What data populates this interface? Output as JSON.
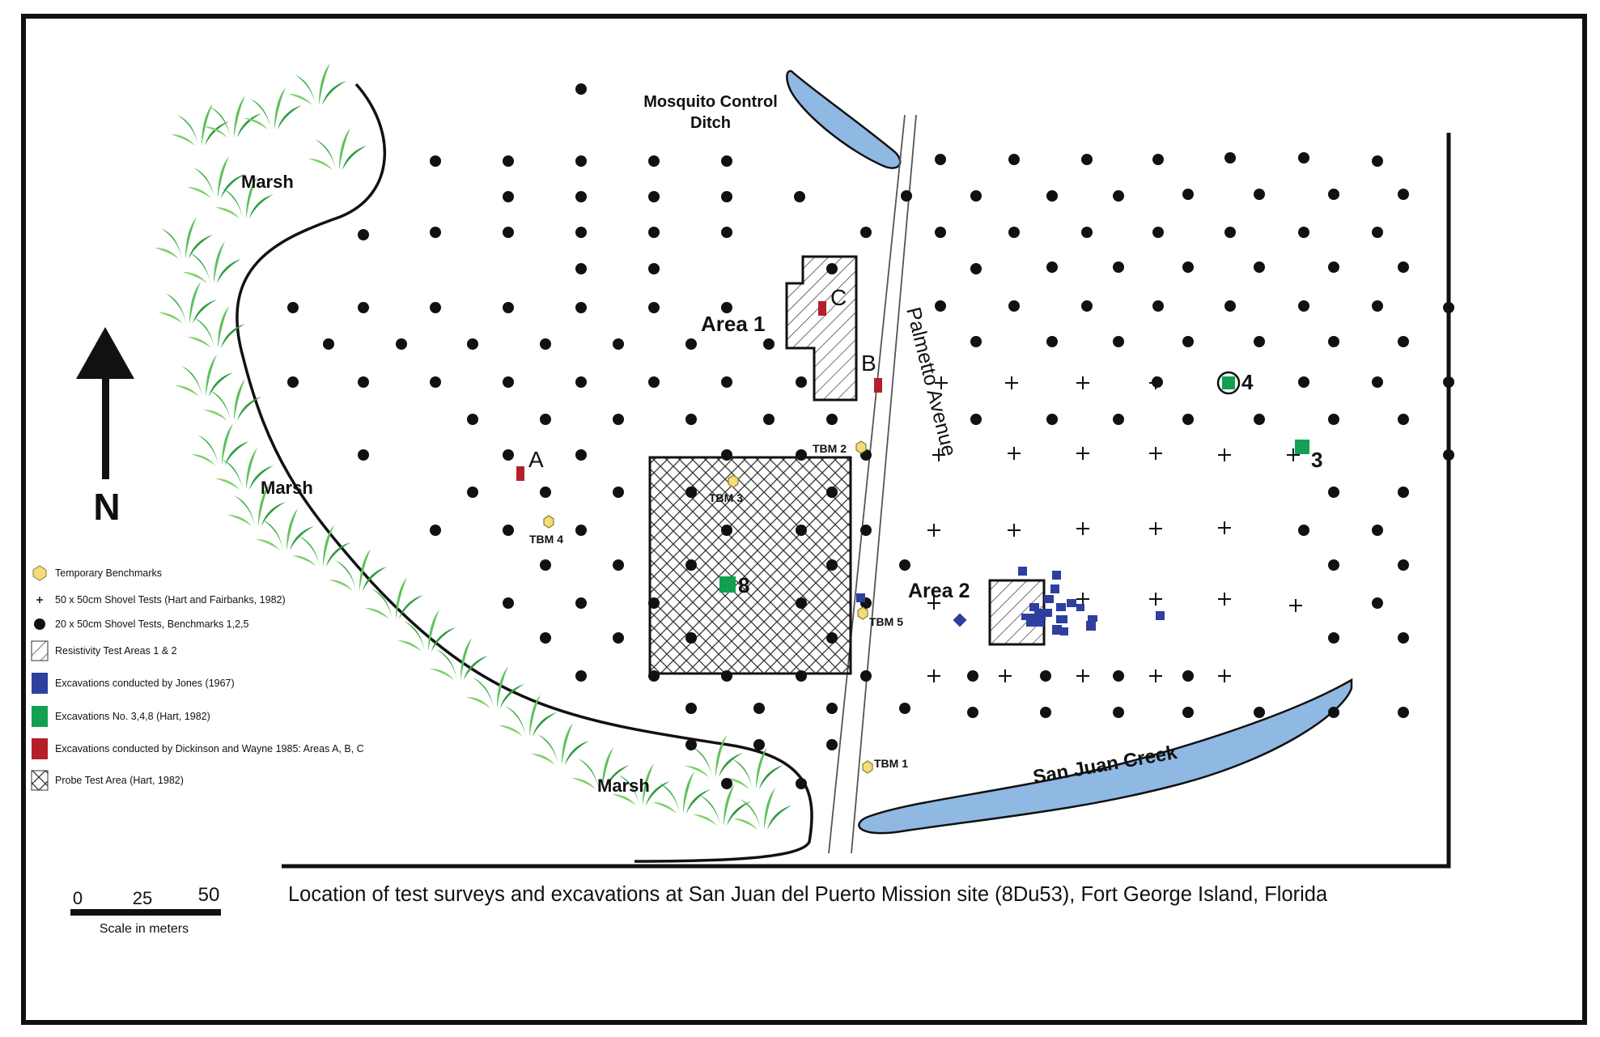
{
  "map": {
    "caption": "Location of test surveys and excavations at San Juan del Puerto Mission site (8Du53), Fort George Island, Florida",
    "north_label": "N",
    "scale": {
      "ticks": [
        "0",
        "25",
        "50"
      ],
      "label": "Scale in meters"
    },
    "features": {
      "ditch_line1": "Mosquito Control",
      "ditch_line2": "Ditch",
      "marsh_label": "Marsh",
      "road": "Palmetto Avenue",
      "creek": "San Juan Creek",
      "area1": "Area 1",
      "area2": "Area 2"
    },
    "excavation_labels": {
      "a": "A",
      "b": "B",
      "c": "C",
      "n3": "3",
      "n4": "4",
      "n8": "8"
    },
    "benchmarks": {
      "tbm1": "TBM 1",
      "tbm2": "TBM 2",
      "tbm3": "TBM 3",
      "tbm4": "TBM 4",
      "tbm5": "TBM 5"
    },
    "legend": [
      {
        "symbol": "hexagon",
        "color": "#f5dc7a",
        "text": "Temporary Benchmarks"
      },
      {
        "symbol": "plus",
        "color": "#111111",
        "text": "50 x 50cm Shovel Tests (Hart and Fairbanks, 1982)"
      },
      {
        "symbol": "dot",
        "color": "#111111",
        "text": "20 x 50cm Shovel Tests, Benchmarks 1,2,5"
      },
      {
        "symbol": "hatch",
        "color": "#333333",
        "text": "Resistivity Test Areas 1 & 2"
      },
      {
        "symbol": "square",
        "color": "#2e3f9e",
        "text": "Excavations conducted by Jones (1967)"
      },
      {
        "symbol": "square",
        "color": "#12a052",
        "text": "Excavations No. 3,4,8 (Hart, 1982)"
      },
      {
        "symbol": "square",
        "color": "#b3202a",
        "text": "Excavations conducted by  Dickinson and Wayne 1985: Areas A, B, C"
      },
      {
        "symbol": "crosshatch",
        "color": "#333333",
        "text": "Probe Test Area (Hart, 1982)"
      }
    ],
    "colors": {
      "water": "#8fb8e3",
      "jones": "#2e3f9e",
      "hart": "#12a052",
      "dickinson": "#b3202a",
      "benchmark": "#f5dc7a",
      "grass": "#3cad4a"
    }
  }
}
